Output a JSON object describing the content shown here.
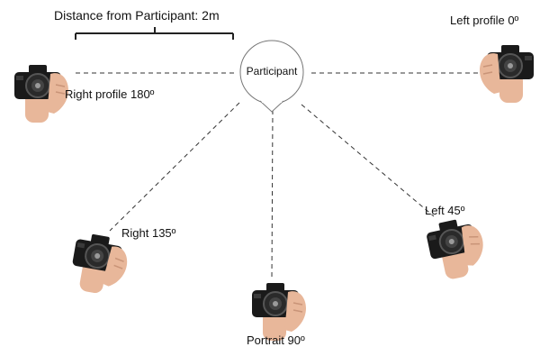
{
  "scale_label": "Distance from Participant: 2m",
  "participant": {
    "label": "Participant"
  },
  "positions": {
    "left_profile": "Left profile 0º",
    "right_profile": "Right profile 180º",
    "right_135": "Right 135º",
    "left_45": "Left 45º",
    "portrait": "Portrait 90º"
  },
  "icons": {
    "camera": "camera-in-hand-icon"
  },
  "colors": {
    "line": "#333333",
    "camera_body": "#1a1a1a",
    "skin": "#e8b79a",
    "circle_stroke": "#777777"
  }
}
